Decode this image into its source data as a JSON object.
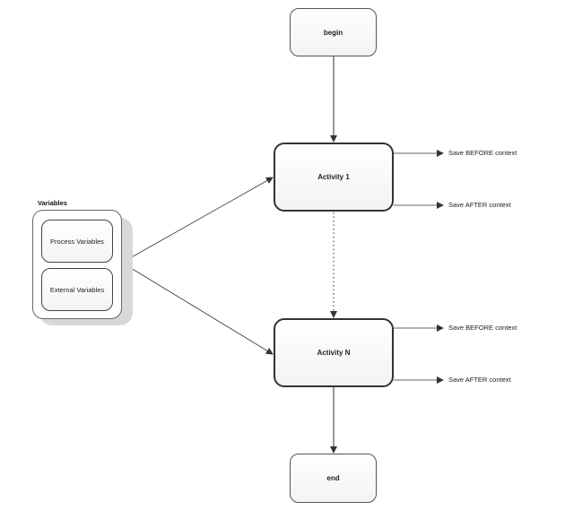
{
  "nodes": {
    "begin": "begin",
    "activity_1": "Activity 1",
    "activity_n": "Activity N",
    "end": "end"
  },
  "variables": {
    "heading": "Variables",
    "items": [
      "Process Variables",
      "External Variables"
    ]
  },
  "context_labels": {
    "activity_1": [
      "Save BEFORE context",
      "Save AFTER context"
    ],
    "activity_n": [
      "Save BEFORE context",
      "Save AFTER context"
    ]
  }
}
